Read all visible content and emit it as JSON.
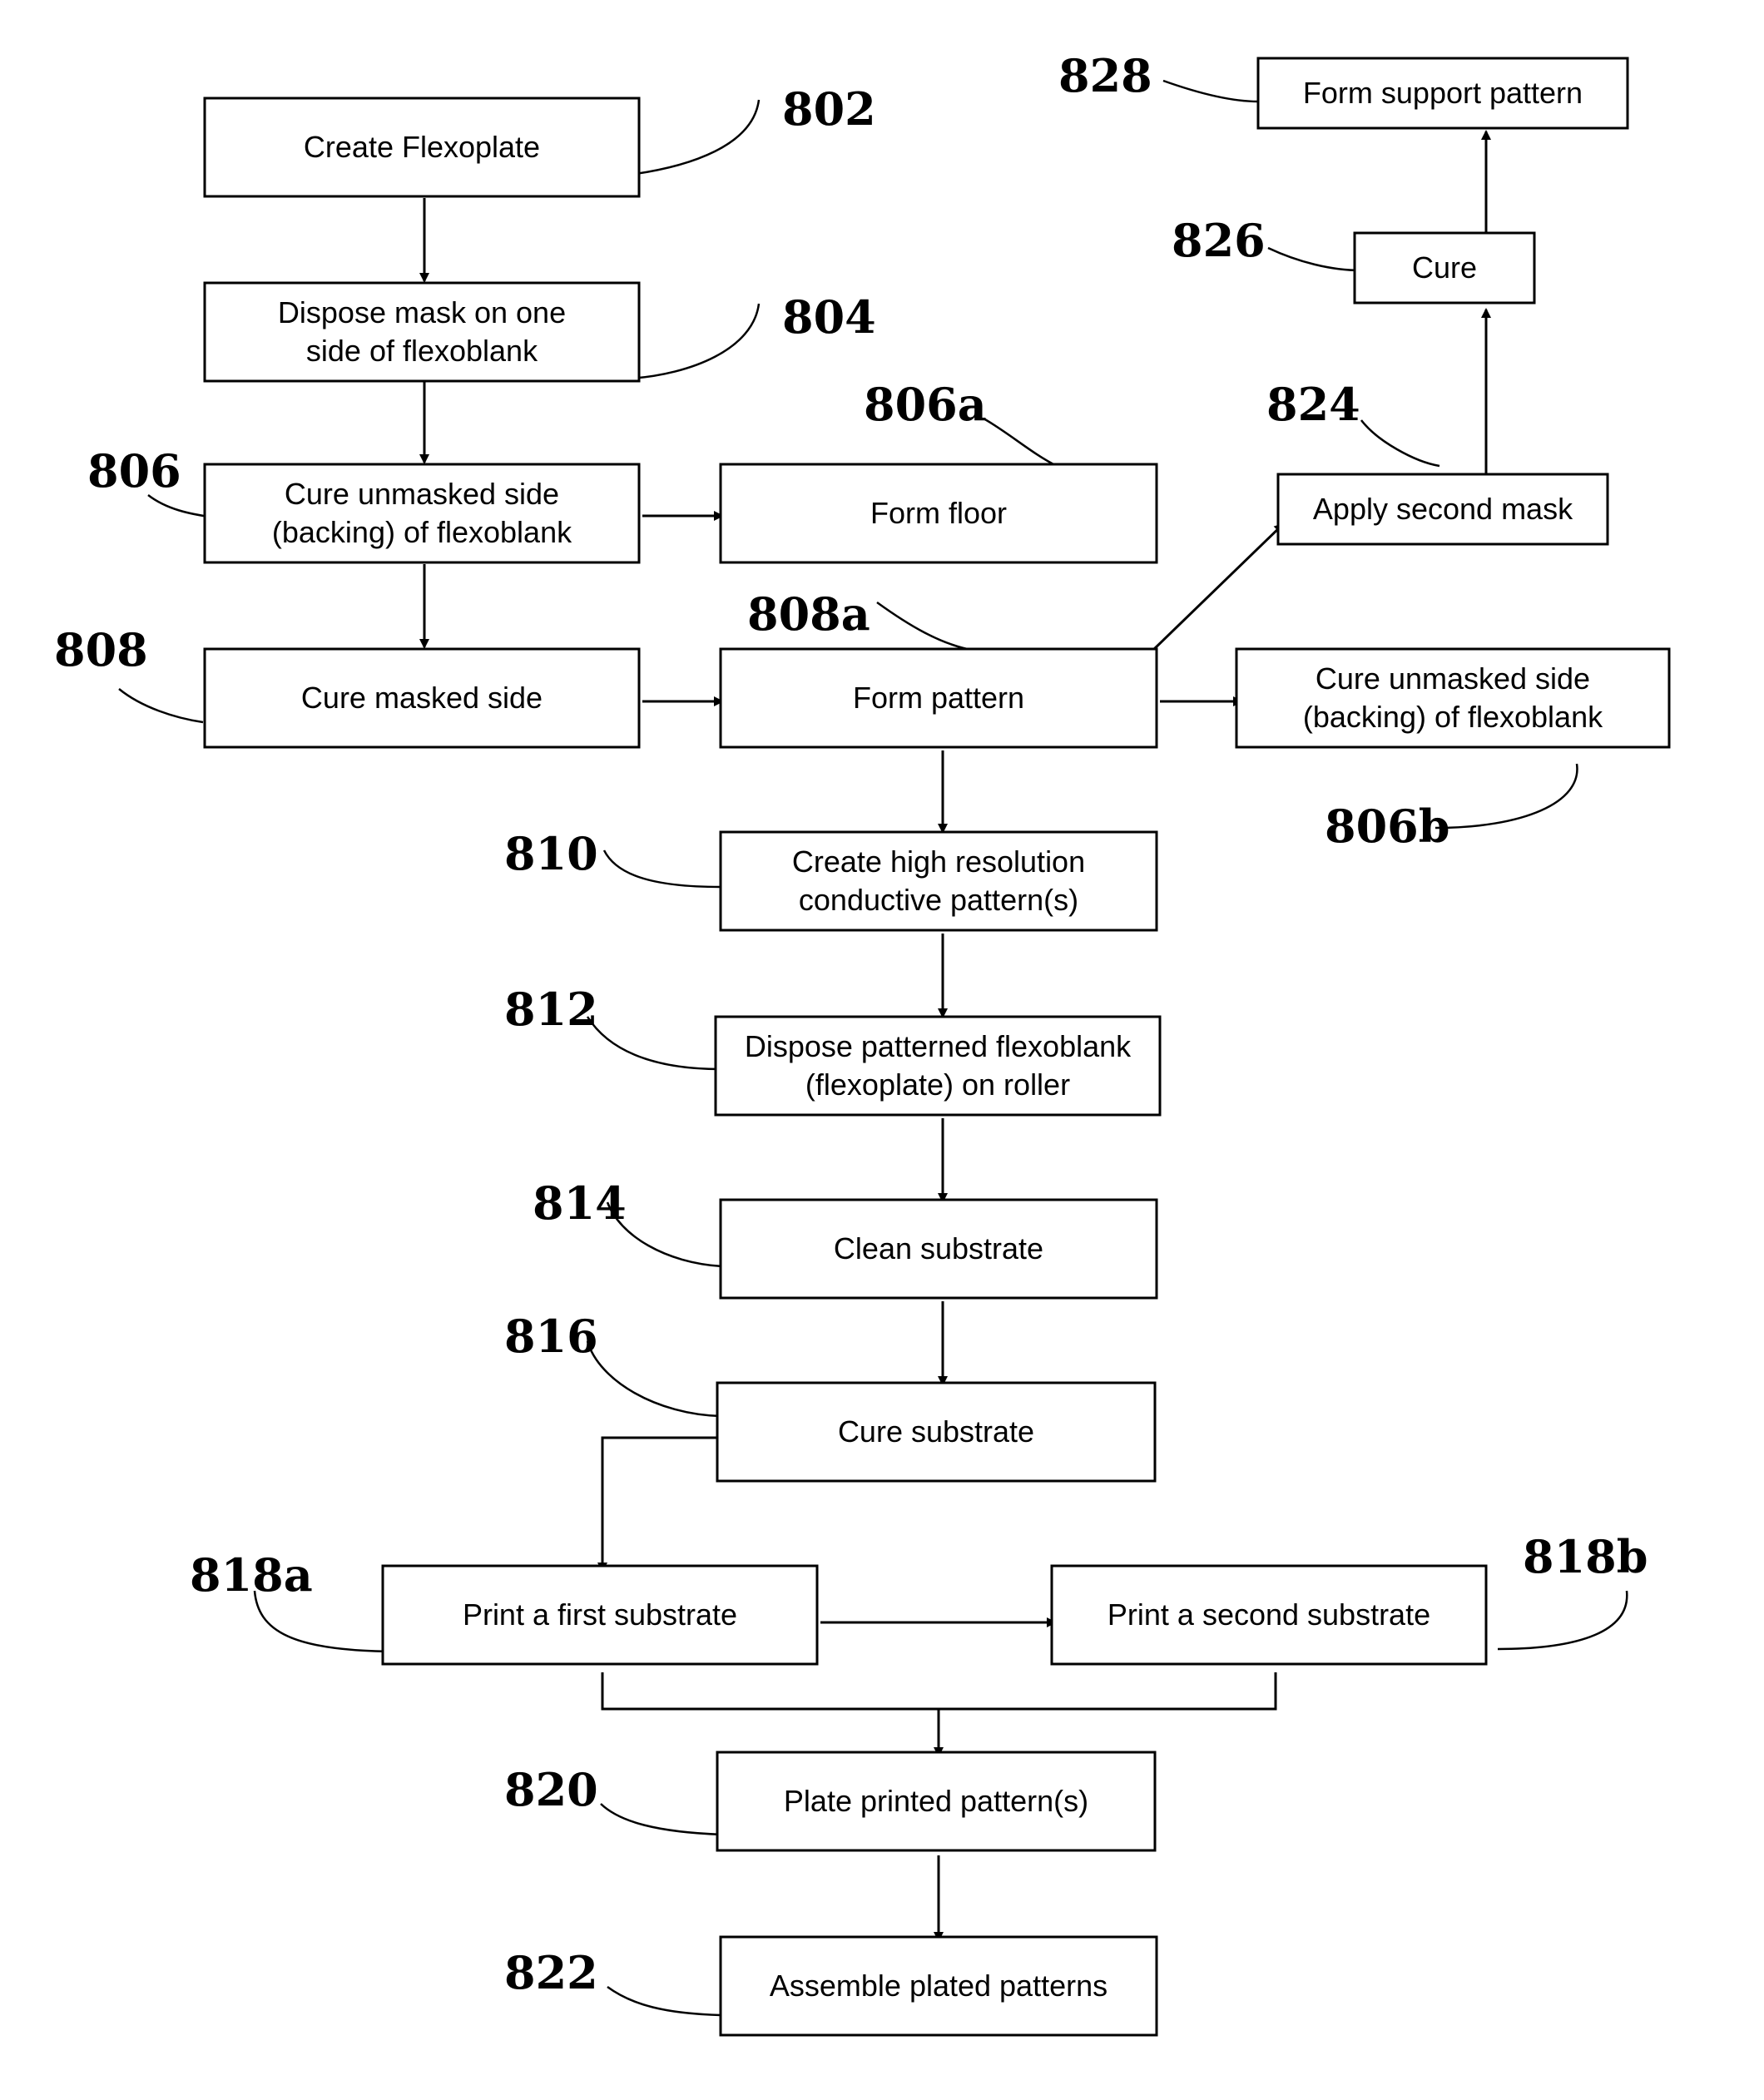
{
  "steps": {
    "s802": {
      "ref": "802",
      "lines": [
        "Create Flexoplate"
      ]
    },
    "s804": {
      "ref": "804",
      "lines": [
        "Dispose mask on one",
        "side of flexoblank"
      ]
    },
    "s806": {
      "ref": "806",
      "lines": [
        "Cure unmasked side",
        "(backing) of flexoblank"
      ]
    },
    "s806a": {
      "ref": "806a",
      "lines": [
        "Form floor"
      ]
    },
    "s808": {
      "ref": "808",
      "lines": [
        "Cure masked side"
      ]
    },
    "s808a": {
      "ref": "808a",
      "lines": [
        "Form pattern"
      ]
    },
    "s806b": {
      "ref": "806b",
      "lines": [
        "Cure unmasked side",
        "(backing) of flexoblank"
      ]
    },
    "s824": {
      "ref": "824",
      "lines": [
        "Apply second mask"
      ]
    },
    "s826": {
      "ref": "826",
      "lines": [
        "Cure"
      ]
    },
    "s828": {
      "ref": "828",
      "lines": [
        "Form support pattern"
      ]
    },
    "s810": {
      "ref": "810",
      "lines": [
        "Create high resolution",
        "conductive pattern(s)"
      ]
    },
    "s812": {
      "ref": "812",
      "lines": [
        "Dispose patterned  flexoblank",
        "(flexoplate) on roller"
      ]
    },
    "s814": {
      "ref": "814",
      "lines": [
        "Clean substrate"
      ]
    },
    "s816": {
      "ref": "816",
      "lines": [
        "Cure substrate"
      ]
    },
    "s818a": {
      "ref": "818a",
      "lines": [
        "Print a first substrate"
      ]
    },
    "s818b": {
      "ref": "818b",
      "lines": [
        "Print a second substrate"
      ]
    },
    "s820": {
      "ref": "820",
      "lines": [
        "Plate printed pattern(s)"
      ]
    },
    "s822": {
      "ref": "822",
      "lines": [
        "Assemble plated patterns"
      ]
    }
  }
}
